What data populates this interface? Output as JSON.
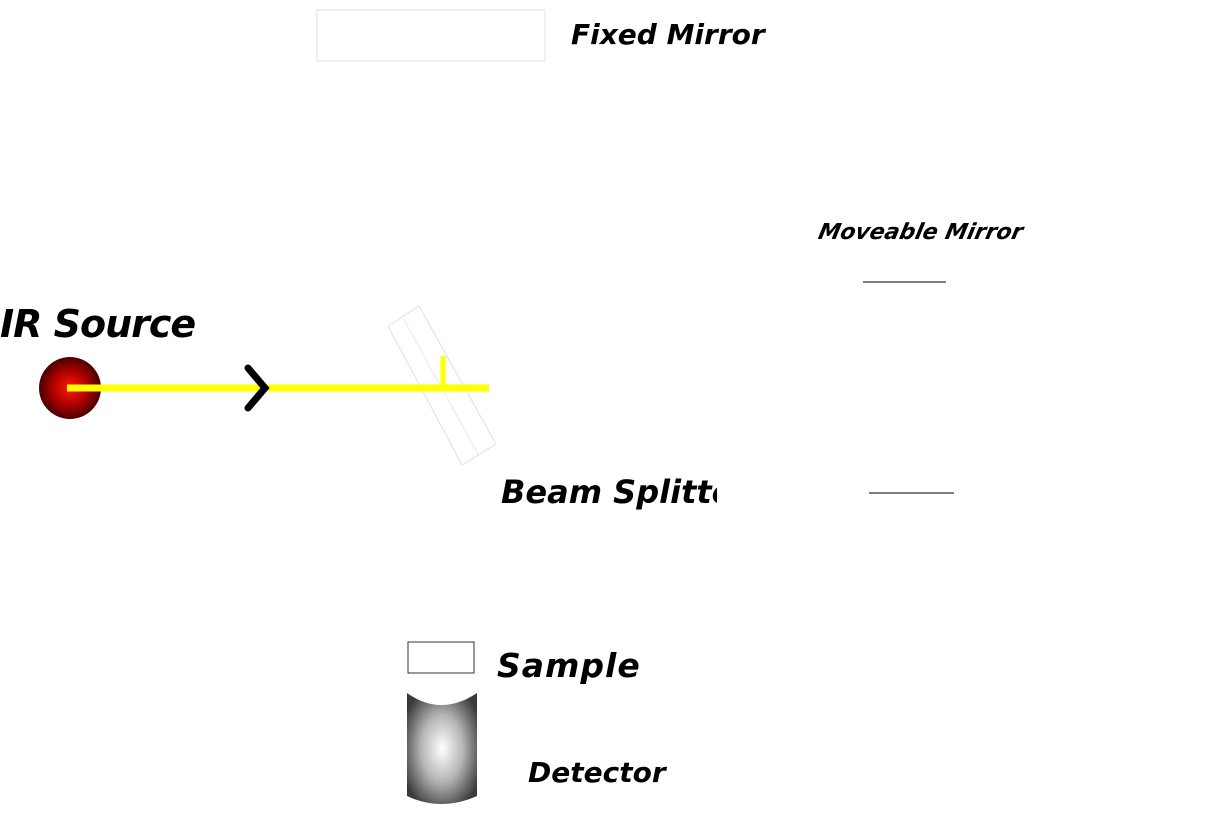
{
  "labels": {
    "fixed_mirror": "Fixed Mirror",
    "moveable_mirror": "Moveable Mirror",
    "ir_source": "IR Source",
    "beam_splitter": "Beam Splitter",
    "sample": "Sample",
    "detector": "Detector"
  },
  "colors": {
    "beam": "#ffff00",
    "source_core": "#ff0000",
    "source_edge": "#5a0000",
    "arrow": "#000000",
    "outline": "#dddddd"
  }
}
